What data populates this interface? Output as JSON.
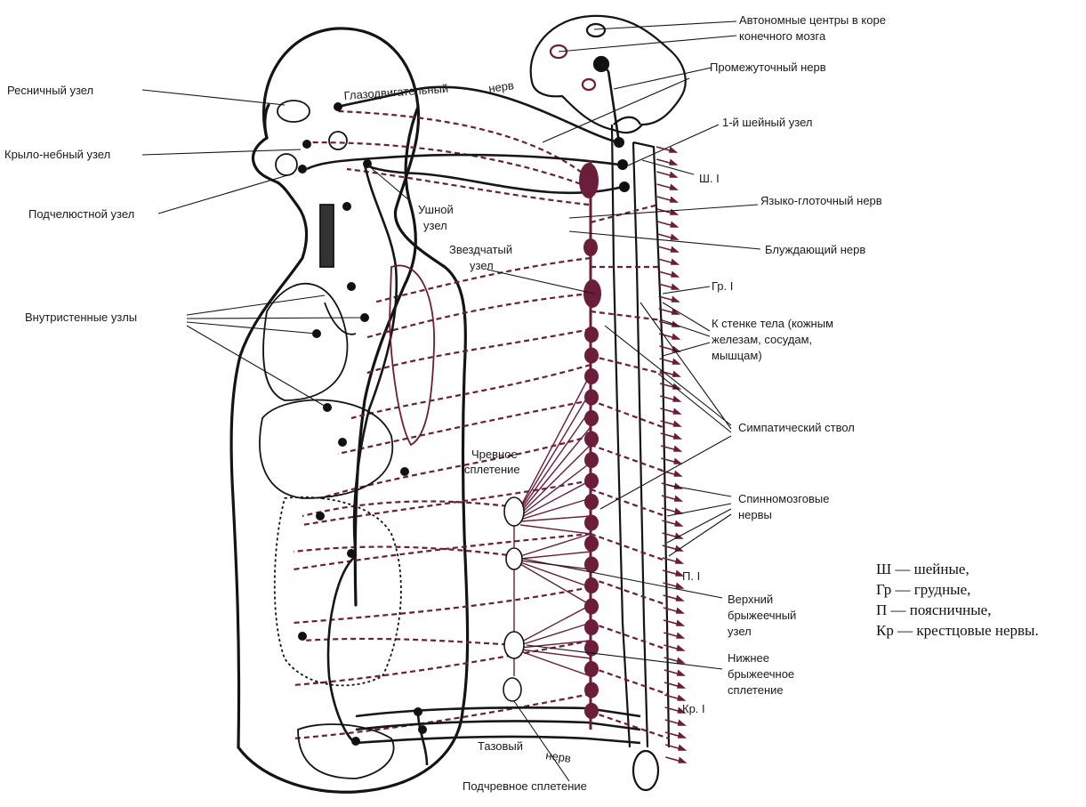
{
  "colors": {
    "outline": "#141414",
    "sympathetic": "#6b1d3a",
    "parasympathetic": "#161616",
    "ganglion": "#6b1d3a",
    "plexus_fill": "#ffffff"
  },
  "labels": {
    "autonomic_centers_1": "Автономные центры в коре",
    "autonomic_centers_2": "конечного мозга",
    "intermediate_nerve": "Промежуточный нерв",
    "cervical_ganglion": "1-й шейный узел",
    "c1": "Ш. I",
    "glossopharyngeal": "Языко-глоточный нерв",
    "vagus": "Блуждающий нерв",
    "t1": "Гр. I",
    "body_wall_1": "К стенке тела (кожным",
    "body_wall_2": "железам, сосудам,",
    "body_wall_3": "мышцам)",
    "sympathetic_trunk": "Симпатический ствол",
    "spinal_nerves_1": "Спинномозговые",
    "spinal_nerves_2": "нервы",
    "l1": "П. I",
    "sup_mesenteric_1": "Верхний",
    "sup_mesenteric_2": "брыжеечный",
    "sup_mesenteric_3": "узел",
    "inf_mesenteric_1": "Нижнее",
    "inf_mesenteric_2": "брыжеечное",
    "inf_mesenteric_3": "сплетение",
    "s1": "Кр. I",
    "hypogastric": "Подчревное сплетение",
    "pelvic_1": "Тазовый",
    "pelvic_2": "нерв",
    "celiac_1": "Чревное",
    "celiac_2": "сплетение",
    "stellate_1": "Звездчатый",
    "stellate_2": "узел",
    "otic_1": "Ушной",
    "otic_2": "узел",
    "oculomotor": "Глазодвигательный",
    "oculomotor_nerve": "нерв",
    "ciliary": "Ресничный узел",
    "pterygopalatine": "Крыло-небный узел",
    "submandibular": "Подчелюстной узел",
    "intramural": "Внутристенные узлы"
  },
  "legend": [
    "Ш — шейные,",
    "Гр — грудные,",
    "П — поясничные,",
    "Кр — крестцовые нервы."
  ]
}
